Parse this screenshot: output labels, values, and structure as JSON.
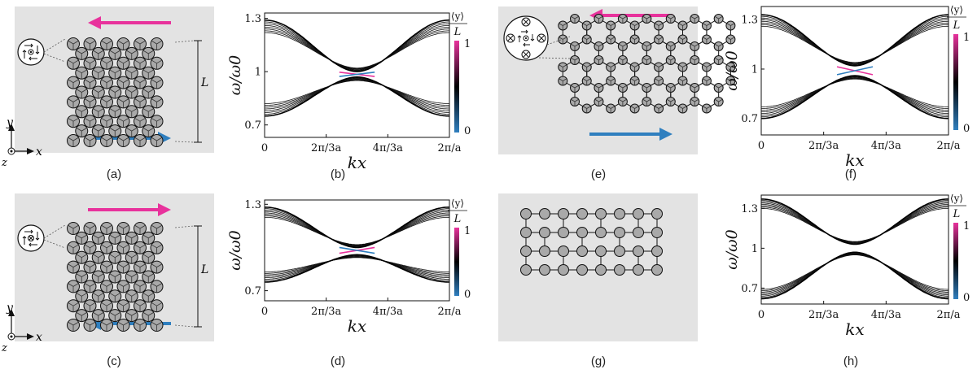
{
  "panels": {
    "a": {
      "caption": "(a)",
      "length_label": "L",
      "top_arrow_color": "#e8329c",
      "bottom_arrow_color": "#2f7fbf"
    },
    "c": {
      "caption": "(c)",
      "length_label": "L",
      "top_arrow_color": "#e8329c",
      "bottom_arrow_color": "#2f7fbf"
    },
    "e": {
      "caption": "(e)",
      "top_arrow_color": "#e8329c",
      "bottom_arrow_color": "#2f7fbf"
    },
    "g": {
      "caption": "(g)"
    },
    "b": {
      "caption": "(b)"
    },
    "d": {
      "caption": "(d)"
    },
    "f": {
      "caption": "(f)"
    },
    "h": {
      "caption": "(h)"
    }
  },
  "axes_triad": {
    "x": "x",
    "y": "y",
    "z": "z"
  },
  "colors": {
    "lattice_bg": "#e3e3e3",
    "site_fill": "#a9a9a9",
    "edge_pink": "#e8329c",
    "edge_blue": "#2f7fbf"
  },
  "icons": {
    "inset_a": "in-plane-swirl-out-of-plane-dot-icon",
    "inset_c": "in-plane-swirl-out-of-plane-cross-icon",
    "inset_e": "honeycomb-unit-cell-icon"
  },
  "chart_data": [
    {
      "type": "line",
      "panel": "b",
      "ylabel": "ω/ω0",
      "xlabel": "kx",
      "xlim": [
        0,
        6.2832
      ],
      "ylim": [
        0.63,
        1.33
      ],
      "xticks": [
        "0",
        "2π/3a",
        "4π/3a",
        "2π/a"
      ],
      "yticks": [
        "0.7",
        "1",
        "1.3"
      ],
      "colorbar": {
        "label": "⟨y⟩/L",
        "min": "0",
        "max": "1",
        "colors": [
          "#2f7fbf",
          "#000000",
          "#e8329c"
        ]
      },
      "bulk": {
        "upper_edge": 1.29,
        "upper_dip": 1.0,
        "lower_edge": 0.75,
        "lower_peak": 0.97,
        "n_bands": 8
      },
      "gap_center": 0.985,
      "edge_modes": "pink-decreasing"
    },
    {
      "type": "line",
      "panel": "d",
      "ylabel": "ω/ω0",
      "xlabel": "kx",
      "xlim": [
        0,
        6.2832
      ],
      "ylim": [
        0.63,
        1.33
      ],
      "xticks": [
        "0",
        "2π/3a",
        "4π/3a",
        "2π/a"
      ],
      "yticks": [
        "0.7",
        "1.3"
      ],
      "colorbar": {
        "label": "⟨y⟩/L",
        "min": "0",
        "max": "1",
        "colors": [
          "#2f7fbf",
          "#000000",
          "#e8329c"
        ]
      },
      "bulk": {
        "upper_edge": 1.28,
        "upper_dip": 1.0,
        "lower_edge": 0.76,
        "lower_peak": 0.95,
        "n_bands": 8
      },
      "gap_center": 0.98,
      "edge_modes": "pink-increasing"
    },
    {
      "type": "line",
      "panel": "f",
      "ylabel": "ω/ω0",
      "xlabel": "kx",
      "xlim": [
        0,
        6.2832
      ],
      "ylim": [
        0.6,
        1.38
      ],
      "xticks": [
        "0",
        "2π/3a",
        "4π/3a",
        "2π/a"
      ],
      "yticks": [
        "0.7",
        "1",
        "1.3"
      ],
      "colorbar": {
        "label": "⟨y⟩/L",
        "min": "0",
        "max": "1",
        "colors": [
          "#2f7fbf",
          "#000000",
          "#e8329c"
        ]
      },
      "bulk": {
        "upper_edge": 1.33,
        "upper_dip": 1.02,
        "lower_edge": 0.7,
        "lower_peak": 0.96,
        "n_bands": 8
      },
      "gap_center": 0.99,
      "edge_modes": "pink-decreasing"
    },
    {
      "type": "line",
      "panel": "h",
      "ylabel": "ω/ω0",
      "xlabel": "kx",
      "xlim": [
        0,
        6.2832
      ],
      "ylim": [
        0.58,
        1.4
      ],
      "xticks": [
        "0",
        "2π/3a",
        "4π/3a",
        "2π/a"
      ],
      "yticks": [
        "0.7",
        "1",
        "1.3"
      ],
      "colorbar": {
        "label": "⟨y⟩/L",
        "min": "0",
        "max": "1",
        "colors": [
          "#2f7fbf",
          "#000000",
          "#e8329c"
        ]
      },
      "bulk": {
        "upper_edge": 1.37,
        "upper_dip": 1.03,
        "lower_edge": 0.62,
        "lower_peak": 0.97,
        "n_bands": 8
      },
      "gap_center": 1.0,
      "edge_modes": "none"
    }
  ]
}
